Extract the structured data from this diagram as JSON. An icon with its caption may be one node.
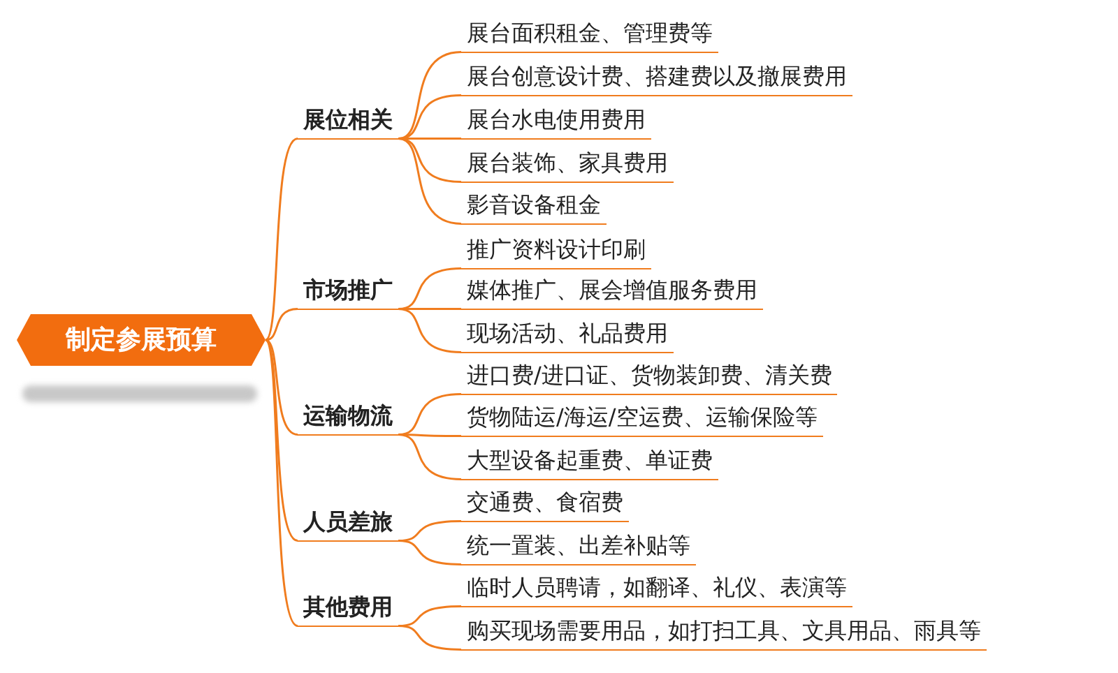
{
  "diagram": {
    "nodes": [
      {
        "text": [
          "制定参展预算"
        ]
      },
      {
        "text": [
          "展位相关"
        ]
      },
      {
        "text": [
          "展台面积租金、管理费等"
        ]
      },
      {
        "text": [
          "展台创意设计费、搭建费以及撤展费用"
        ]
      },
      {
        "text": [
          "展台水电使用费用"
        ]
      },
      {
        "text": [
          "展台装饰、家具费用"
        ]
      },
      {
        "text": [
          "影音设备租金"
        ]
      },
      {
        "text": [
          "市场推广"
        ]
      },
      {
        "text": [
          "推广资料设计印刷"
        ]
      },
      {
        "text": [
          "媒体推广、展会增值服务费用"
        ]
      },
      {
        "text": [
          "现场活动、礼品费用"
        ]
      },
      {
        "text": [
          "运输物流"
        ]
      },
      {
        "text": [
          "进口费/进口证、货物装卸费、清关费"
        ]
      },
      {
        "text": [
          "货物陆运/海运/空运费、运输保险等"
        ]
      },
      {
        "text": [
          "大型设备起重费、单证费"
        ]
      },
      {
        "text": [
          "人员差旅"
        ]
      },
      {
        "text": [
          "交通费、食宿费"
        ]
      },
      {
        "text": [
          "统一置装、出差补贴等"
        ]
      },
      {
        "text": [
          "其他费用"
        ]
      },
      {
        "text": [
          "临时人员聘请，如翻译、礼仪、表演等"
        ]
      },
      {
        "text": [
          "购买现场需要用品，如打扫工具、文具用品、雨具等"
        ]
      }
    ],
    "edges": [
      {
        "from": 0,
        "to": 1,
        "arrow": "none"
      },
      {
        "from": 1,
        "to": 2,
        "arrow": "none"
      },
      {
        "from": 1,
        "to": 3,
        "arrow": "none"
      },
      {
        "from": 1,
        "to": 4,
        "arrow": "none"
      },
      {
        "from": 1,
        "to": 5,
        "arrow": "none"
      },
      {
        "from": 1,
        "to": 6,
        "arrow": "none"
      },
      {
        "from": 0,
        "to": 7,
        "arrow": "none"
      },
      {
        "from": 7,
        "to": 8,
        "arrow": "none"
      },
      {
        "from": 7,
        "to": 9,
        "arrow": "none"
      },
      {
        "from": 7,
        "to": 10,
        "arrow": "none"
      },
      {
        "from": 0,
        "to": 11,
        "arrow": "none"
      },
      {
        "from": 11,
        "to": 12,
        "arrow": "none"
      },
      {
        "from": 11,
        "to": 13,
        "arrow": "none"
      },
      {
        "from": 11,
        "to": 14,
        "arrow": "none"
      },
      {
        "from": 0,
        "to": 15,
        "arrow": "none"
      },
      {
        "from": 15,
        "to": 16,
        "arrow": "none"
      },
      {
        "from": 15,
        "to": 17,
        "arrow": "none"
      },
      {
        "from": 0,
        "to": 18,
        "arrow": "none"
      },
      {
        "from": 18,
        "to": 19,
        "arrow": "none"
      },
      {
        "from": 18,
        "to": 20,
        "arrow": "none"
      }
    ]
  }
}
